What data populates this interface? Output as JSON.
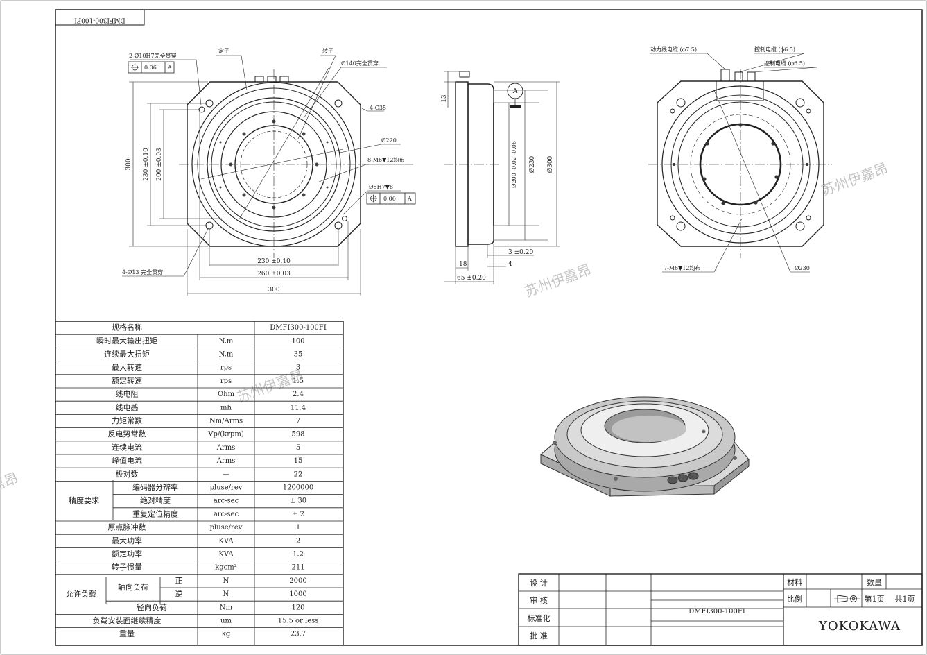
{
  "drawing_code": "DMFI300-100FI",
  "watermark": "苏州伊嘉昂",
  "front_view": {
    "holes_2": "2-Ø10H7完全贯穿",
    "tol_top": {
      "value": "0.06",
      "ref": "A"
    },
    "stator": "定子",
    "rotor": "转子",
    "bore_140": "Ø140完全贯穿",
    "chamfer": "4-C35",
    "d220": "Ø220",
    "m6_8": "8-M6▼12均布",
    "hole_8h7": "Ø8H7▼8",
    "tol_right": {
      "value": "0.06",
      "ref": "A"
    },
    "holes_4": "4-Ø13 完全贯穿",
    "dim_300_v": "300",
    "dim_230_v": "230 ±0.10",
    "dim_200_v": "200 ±0.03",
    "dim_230_h": "230 ±0.10",
    "dim_260_h": "260 ±0.03",
    "dim_300_h": "300"
  },
  "side_view": {
    "datum": "A",
    "dim_13": "13",
    "d200": "Ø200 -0.02 -0.06",
    "d230": "Ø230",
    "d300": "Ø300",
    "dim_3": "3 ±0.20",
    "dim_4": "4",
    "dim_18": "18",
    "dim_65": "65 ±0.20"
  },
  "back_view": {
    "power_cable": "动力线电缆 (ϕ7.5)",
    "ctrl_cable_1": "控制电缆 (ϕ6.5)",
    "ctrl_cable_2": "控制电缆 (ϕ6.5)",
    "m6_7": "7-M6▼12均布",
    "d230": "Ø230"
  },
  "spec_table": {
    "header": {
      "name": "规格名称",
      "value": "DMFI300-100FI"
    },
    "rows": [
      {
        "name": "瞬时最大输出扭矩",
        "unit": "N.m",
        "value": "100"
      },
      {
        "name": "连续最大扭矩",
        "unit": "N.m",
        "value": "35"
      },
      {
        "name": "最大转速",
        "unit": "rps",
        "value": "3"
      },
      {
        "name": "额定转速",
        "unit": "rps",
        "value": "1.5"
      },
      {
        "name": "线电阻",
        "unit": "Ohm",
        "value": "2.4"
      },
      {
        "name": "线电感",
        "unit": "mh",
        "value": "11.4"
      },
      {
        "name": "力矩常数",
        "unit": "Nm/Arms",
        "value": "7"
      },
      {
        "name": "反电势常数",
        "unit": "Vp/(krpm)",
        "value": "598"
      },
      {
        "name": "连续电流",
        "unit": "Arms",
        "value": "5"
      },
      {
        "name": "峰值电流",
        "unit": "Arms",
        "value": "15"
      },
      {
        "name": "极对数",
        "unit": "—",
        "value": "22"
      }
    ],
    "precision_group": "精度要求",
    "precision_rows": [
      {
        "name": "编码器分辨率",
        "unit": "pluse/rev",
        "value": "1200000"
      },
      {
        "name": "绝对精度",
        "unit": "arc-sec",
        "value": "± 30"
      },
      {
        "name": "重复定位精度",
        "unit": "arc-sec",
        "value": "± 2"
      }
    ],
    "rows2": [
      {
        "name": "原点脉冲数",
        "unit": "pluse/rev",
        "value": "1"
      },
      {
        "name": "最大功率",
        "unit": "KVA",
        "value": "2"
      },
      {
        "name": "额定功率",
        "unit": "KVA",
        "value": "1.2"
      },
      {
        "name": "转子惯量",
        "unit": "kgcm²",
        "value": "211"
      }
    ],
    "load_group": "允许负载",
    "axial_load": "轴向负荷",
    "pos_label": "正",
    "neg_label": "逆",
    "axial_pos": {
      "unit": "N",
      "value": "2000"
    },
    "axial_neg": {
      "unit": "N",
      "value": "1000"
    },
    "radial": {
      "name": "径向负荷",
      "unit": "Nm",
      "value": "120"
    },
    "flatness": {
      "name": "负载安装面继续精度",
      "unit": "um",
      "value": "15.5 or less"
    },
    "weight": {
      "name": "重量",
      "unit": "kg",
      "value": "23.7"
    }
  },
  "title_block": {
    "design": "设 计",
    "review": "审 核",
    "standard": "标准化",
    "approve": "批 准",
    "material": "材料",
    "quantity": "数量",
    "scale": "比例",
    "page": "第1页",
    "total": "共1页",
    "drawing_no": "DMFI300-100FI",
    "company": "YOKOKAWA"
  }
}
